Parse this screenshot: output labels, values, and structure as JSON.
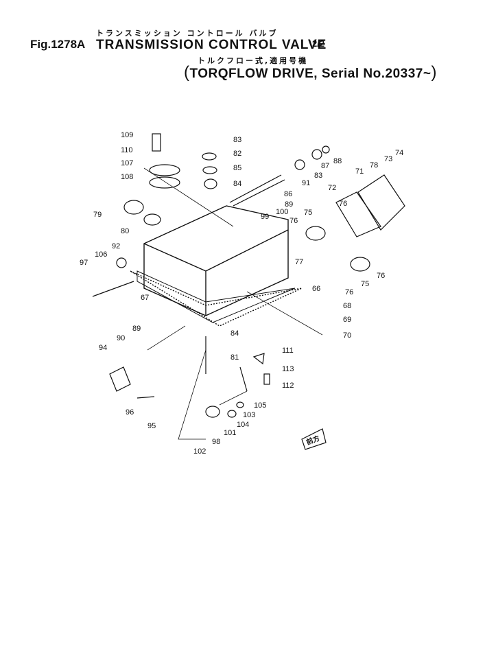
{
  "title_block": {
    "kana_title": "トランスミッション コントロール バルブ",
    "fig_no": "Fig.1278A",
    "title": "TRANSMISSION CONTROL VALVE",
    "page_fraction": "2/2",
    "kana_subtitle": "トルクフロー式,適用号機",
    "subtitle": "TORQFLOW DRIVE, Serial No.20337~"
  },
  "direction_label": "前方",
  "part_labels": [
    "109",
    "110",
    "107",
    "108",
    "83",
    "82",
    "85",
    "84",
    "86",
    "91",
    "83",
    "87",
    "88",
    "71",
    "78",
    "73",
    "74",
    "72",
    "79",
    "80",
    "89",
    "99",
    "100",
    "76",
    "75",
    "76",
    "77",
    "92",
    "106",
    "97",
    "67",
    "66",
    "76",
    "75",
    "76",
    "68",
    "69",
    "70",
    "84",
    "81",
    "89",
    "90",
    "94",
    "96",
    "95",
    "111",
    "113",
    "112",
    "105",
    "103",
    "104",
    "101",
    "98",
    "102"
  ]
}
